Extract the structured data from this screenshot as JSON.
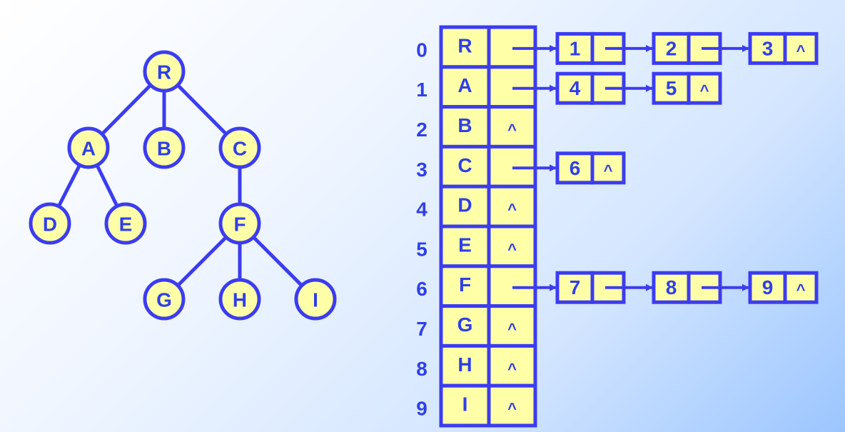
{
  "colors": {
    "stroke": "#3c3cf0",
    "fill": "#ffffa8",
    "text": "#2f3fe8"
  },
  "tree": {
    "nodes": [
      {
        "id": "R",
        "label": "R"
      },
      {
        "id": "A",
        "label": "A"
      },
      {
        "id": "B",
        "label": "B"
      },
      {
        "id": "C",
        "label": "C"
      },
      {
        "id": "D",
        "label": "D"
      },
      {
        "id": "E",
        "label": "E"
      },
      {
        "id": "F",
        "label": "F"
      },
      {
        "id": "G",
        "label": "G"
      },
      {
        "id": "H",
        "label": "H"
      },
      {
        "id": "I",
        "label": "I"
      }
    ],
    "edges": [
      [
        "R",
        "A"
      ],
      [
        "R",
        "B"
      ],
      [
        "R",
        "C"
      ],
      [
        "A",
        "D"
      ],
      [
        "A",
        "E"
      ],
      [
        "C",
        "F"
      ],
      [
        "F",
        "G"
      ],
      [
        "F",
        "H"
      ],
      [
        "F",
        "I"
      ]
    ]
  },
  "table": {
    "null_symbol": "^",
    "rows": [
      {
        "index": "0",
        "data": "R",
        "children": [
          "1",
          "2",
          "3"
        ]
      },
      {
        "index": "1",
        "data": "A",
        "children": [
          "4",
          "5"
        ]
      },
      {
        "index": "2",
        "data": "B",
        "children": []
      },
      {
        "index": "3",
        "data": "C",
        "children": [
          "6"
        ]
      },
      {
        "index": "4",
        "data": "D",
        "children": []
      },
      {
        "index": "5",
        "data": "E",
        "children": []
      },
      {
        "index": "6",
        "data": "F",
        "children": [
          "7",
          "8",
          "9"
        ]
      },
      {
        "index": "7",
        "data": "G",
        "children": []
      },
      {
        "index": "8",
        "data": "H",
        "children": []
      },
      {
        "index": "9",
        "data": "I",
        "children": []
      }
    ]
  }
}
